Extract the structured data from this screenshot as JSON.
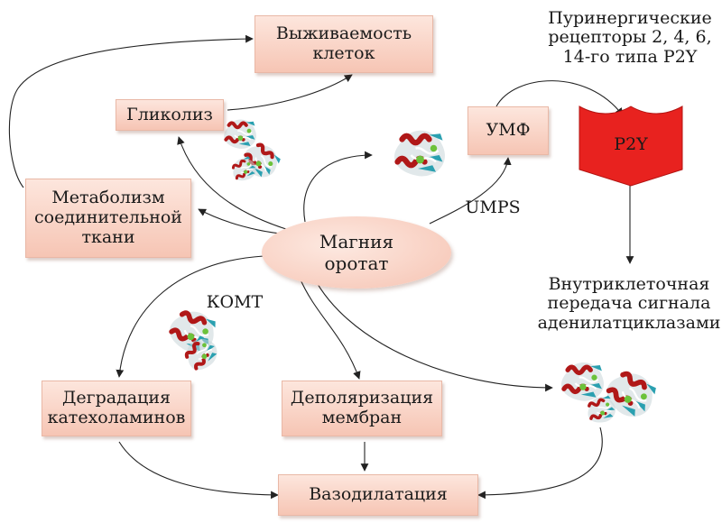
{
  "nodes": {
    "survival": "Выживаемость\nклеток",
    "glycolysis": "Гликолиз",
    "connective": "Метаболизм\nсоединительной\nткани",
    "center": "Магния\nоротат",
    "umf": "УМФ",
    "p2y_receptors": "Пуринергические\nрецепторы 2, 4, 6,\n14-го типа P2Y",
    "p2y": "P2Y",
    "signal": "Внутриклеточная\nпередача сигнала\nаденилатциклазами",
    "catechol": "Деградация\nкатехоламинов",
    "depol": "Деполяризация\nмембран",
    "vaso": "Вазодилатация"
  },
  "labels": {
    "umps": "UMPS",
    "komt": "КОМТ"
  },
  "proteins": [
    "glycolysis-enzyme",
    "umps-enzyme",
    "komt-enzyme",
    "adenylate-cyclase"
  ],
  "colors": {
    "box_top": "#fde6dd",
    "box_bottom": "#f6c5b4",
    "receptor": "#e8221f",
    "helix": "#b01818",
    "sheet": "#2aa0b0",
    "coil": "#c8d6d8"
  }
}
